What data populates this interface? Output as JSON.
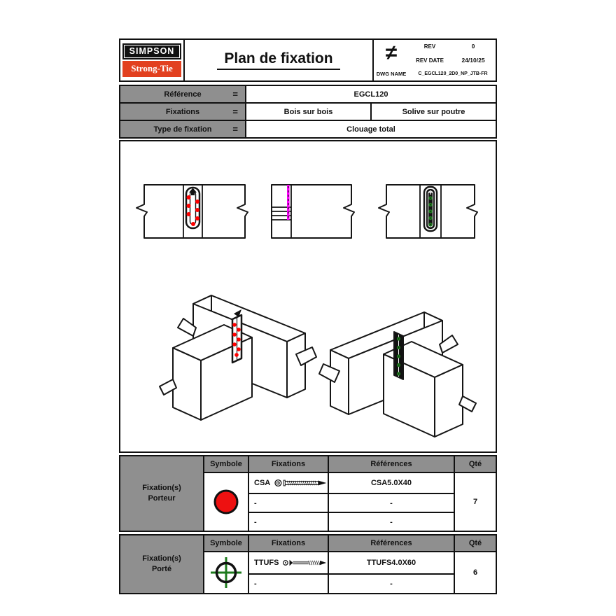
{
  "header": {
    "logo_line1": "SIMPSON",
    "logo_line2": "Strong-Tie",
    "title": "Plan de fixation",
    "projection_symbol": "≠",
    "rev": {
      "label": "REV",
      "value": "0"
    },
    "rev_date": {
      "label": "REV DATE",
      "value": "24/10/25"
    },
    "dwg": {
      "label": "DWG NAME",
      "value": "C_EGCL120_2D0_NP_JTB-FR"
    }
  },
  "spec_rows": [
    {
      "label": "Référence",
      "eq": "=",
      "values": [
        "EGCL120"
      ]
    },
    {
      "label": "Fixations",
      "eq": "=",
      "values": [
        "Bois sur bois",
        "Solive sur poutre"
      ]
    },
    {
      "label": "Type de fixation",
      "eq": "=",
      "values": [
        "Clouage total"
      ]
    }
  ],
  "tables": [
    {
      "group_line1": "Fixation(s)",
      "group_line2": "Porteur",
      "headers": {
        "symbol": "Symbole",
        "fixations": "Fixations",
        "references": "Références",
        "qty": "Qté"
      },
      "symbol_icon": "red-filled-circle",
      "rows": [
        {
          "fixation": "CSA",
          "reference": "CSA5.0X40"
        },
        {
          "fixation": "-",
          "reference": "-"
        },
        {
          "fixation": "-",
          "reference": "-"
        }
      ],
      "qty": "7"
    },
    {
      "group_line1": "Fixation(s)",
      "group_line2": "Porté",
      "headers": {
        "symbol": "Symbole",
        "fixations": "Fixations",
        "references": "Références",
        "qty": "Qté"
      },
      "symbol_icon": "green-crosshair-circle",
      "rows": [
        {
          "fixation": "TTUFS",
          "reference": "TTUFS4.0X60"
        },
        {
          "fixation": "-",
          "reference": "-"
        }
      ],
      "qty": "6"
    }
  ],
  "colors": {
    "brand_red": "#e2401f",
    "cell_gray": "#8f8f8f",
    "porteur_symbol_red": "#ee1111",
    "nail_red": "#ff0000",
    "fastener_green": "#1c7a1c",
    "connector_magenta": "#ff00ff",
    "line_black": "#111111"
  }
}
